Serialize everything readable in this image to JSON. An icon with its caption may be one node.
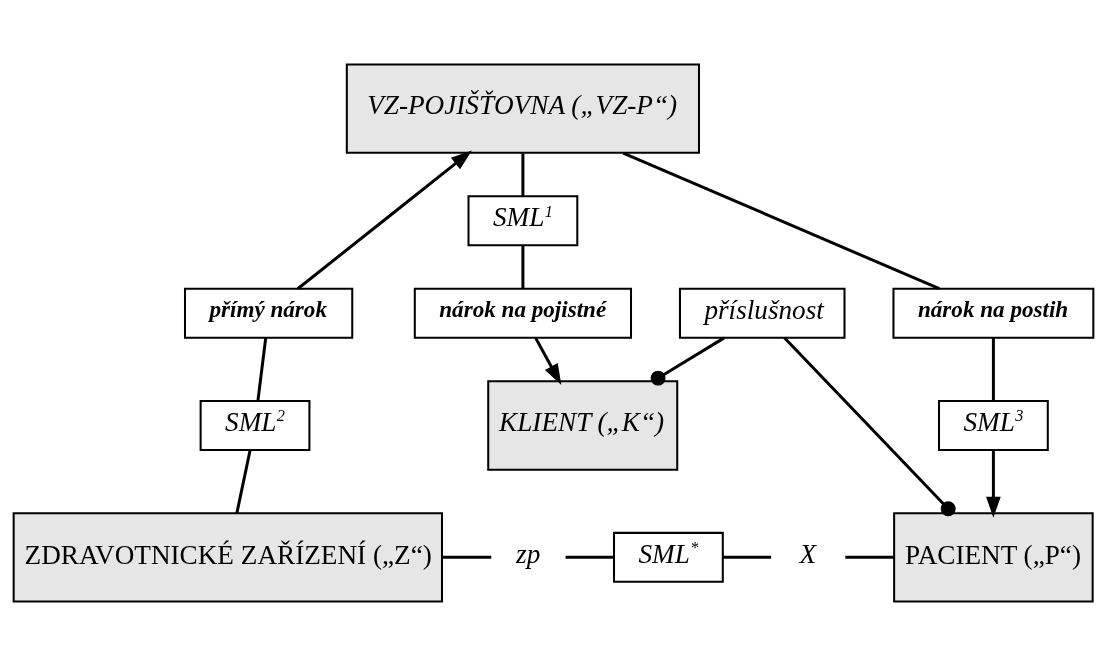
{
  "diagram": {
    "nodes": [
      {
        "text": [
          "VZ-POJIŠŤOVNA („VZ-P“)"
        ]
      },
      {
        "text": [
          "SML$^{1}$"
        ]
      },
      {
        "text": [
          "přímý nárok"
        ]
      },
      {
        "text": [
          "nárok na postih"
        ]
      },
      {
        "text": [
          "nárok na pojistné"
        ]
      },
      {
        "text": [
          "KLIENT („K“)"
        ]
      },
      {
        "text": [
          "SML$^{2}$"
        ]
      },
      {
        "text": [
          "SML$^{3}$"
        ]
      },
      {
        "text": [
          "příslušnost"
        ]
      },
      {
        "text": [
          "ZDRAVOTNICKÉ ZAŘÍZENÍ („Z“)"
        ]
      },
      {
        "text": [
          "zp"
        ]
      },
      {
        "text": [
          "SML$^{*}$"
        ]
      },
      {
        "text": [
          "X"
        ]
      },
      {
        "text": [
          "PACIENT („P“)"
        ]
      }
    ],
    "edges": [
      {
        "from": 0,
        "to": 1,
        "arrow": "none"
      },
      {
        "from": 1,
        "to": 4,
        "arrow": "none"
      },
      {
        "from": 4,
        "to": 5,
        "arrow": "to"
      },
      {
        "from": 9,
        "to": 6,
        "arrow": "none"
      },
      {
        "from": 6,
        "to": 2,
        "arrow": "none"
      },
      {
        "from": 2,
        "to": 0,
        "arrow": "to"
      },
      {
        "from": 0,
        "to": 3,
        "arrow": "none"
      },
      {
        "from": 3,
        "to": 7,
        "arrow": "none"
      },
      {
        "from": 7,
        "to": 13,
        "arrow": "to"
      },
      {
        "from": 8,
        "to": 5,
        "arrow": "other"
      },
      {
        "from": 8,
        "to": 13,
        "arrow": "other"
      },
      {
        "from": 9,
        "to": 10,
        "arrow": "none"
      },
      {
        "from": 10,
        "to": 11,
        "arrow": "none"
      },
      {
        "from": 11,
        "to": 12,
        "arrow": "none"
      },
      {
        "from": 12,
        "to": 13,
        "arrow": "none"
      }
    ]
  }
}
